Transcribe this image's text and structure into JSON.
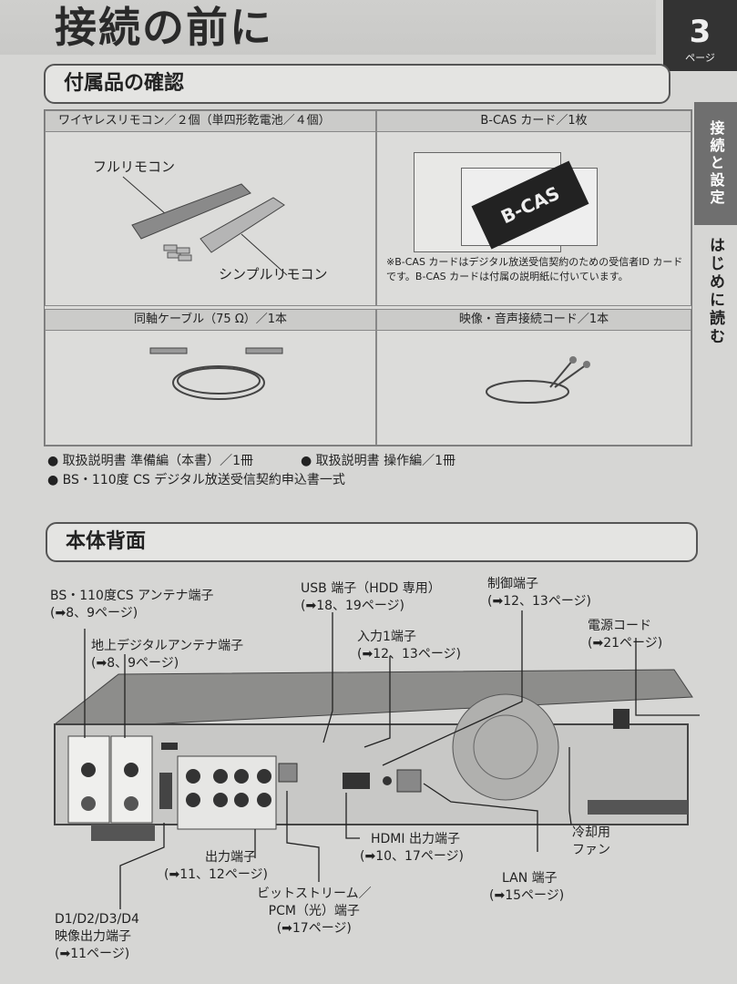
{
  "header": {
    "title": "接続の前に",
    "page_number": "3",
    "page_label": "ページ"
  },
  "side_tabs": [
    {
      "label": "接続と設定",
      "active": true
    },
    {
      "label": "はじめに読む",
      "active": false
    }
  ],
  "accessories": {
    "heading": "付属品の確認",
    "cells": [
      {
        "header": "ワイヤレスリモコン／２個（単四形乾電池／４個）",
        "labels": [
          "フルリモコン",
          "シンプルリモコン"
        ]
      },
      {
        "header": "B-CAS カード／1枚",
        "card_text": "B-CAS",
        "note": "※B-CAS カードはデジタル放送受信契約のための受信者ID カードです。B-CAS カードは付属の説明紙に付いています。"
      },
      {
        "header": "同軸ケーブル（75 Ω）／1本"
      },
      {
        "header": "映像・音声接続コード／1本"
      }
    ],
    "bullets": [
      "取扱説明書 準備編（本書）／1冊",
      "取扱説明書 操作編／1冊",
      "BS・110度 CS デジタル放送受信契約申込書一式"
    ]
  },
  "rear": {
    "heading": "本体背面",
    "callouts": {
      "bs_cs": {
        "name": "BS・110度CS アンテナ端子",
        "ref": "(➡8、9ページ)"
      },
      "terrestrial": {
        "name": "地上デジタルアンテナ端子",
        "ref": "(➡8、9ページ)"
      },
      "usb": {
        "name": "USB 端子（HDD 専用）",
        "ref": "(➡18、19ページ)"
      },
      "input1": {
        "name": "入力1端子",
        "ref": "(➡12、13ページ)"
      },
      "control": {
        "name": "制御端子",
        "ref": "(➡12、13ページ)"
      },
      "power": {
        "name": "電源コード",
        "ref": "(➡21ページ)"
      },
      "d_out": {
        "name1": "D1/D2/D3/D4",
        "name2": "映像出力端子",
        "ref": "(➡11ページ)"
      },
      "output": {
        "name": "出力端子",
        "ref": "(➡11、12ページ)"
      },
      "bitstream": {
        "name1": "ビットストリーム／",
        "name2": "PCM（光）端子",
        "ref": "(➡17ページ)"
      },
      "hdmi": {
        "name": "HDMI 出力端子",
        "ref": "(➡10、17ページ)"
      },
      "lan": {
        "name": "LAN 端子",
        "ref": "(➡15ページ)"
      },
      "fan": {
        "name1": "冷却用",
        "name2": "ファン"
      }
    }
  }
}
